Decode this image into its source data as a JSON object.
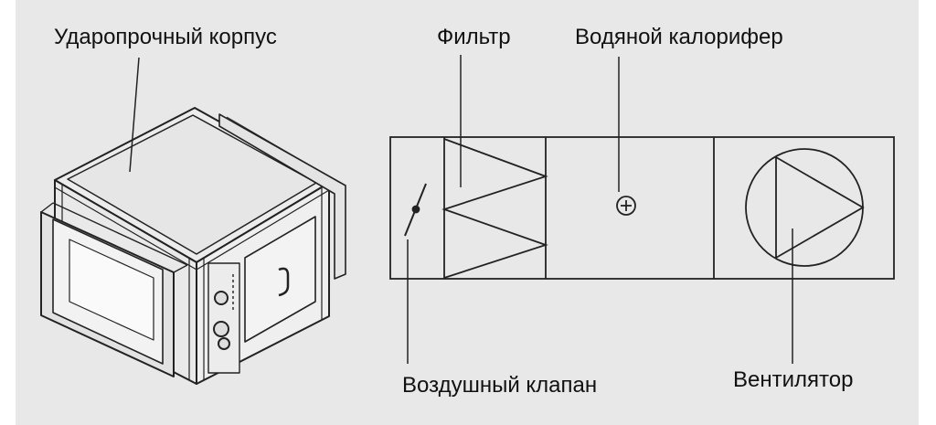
{
  "labels": {
    "housing": "Ударопрочный корпус",
    "filter": "Фильтр",
    "heater": "Водяной калорифер",
    "damper": "Воздушный клапан",
    "fan": "Вентилятор"
  },
  "colors": {
    "panel_bg": "#e8e8e8",
    "stroke": "#222222",
    "text": "#111111"
  }
}
